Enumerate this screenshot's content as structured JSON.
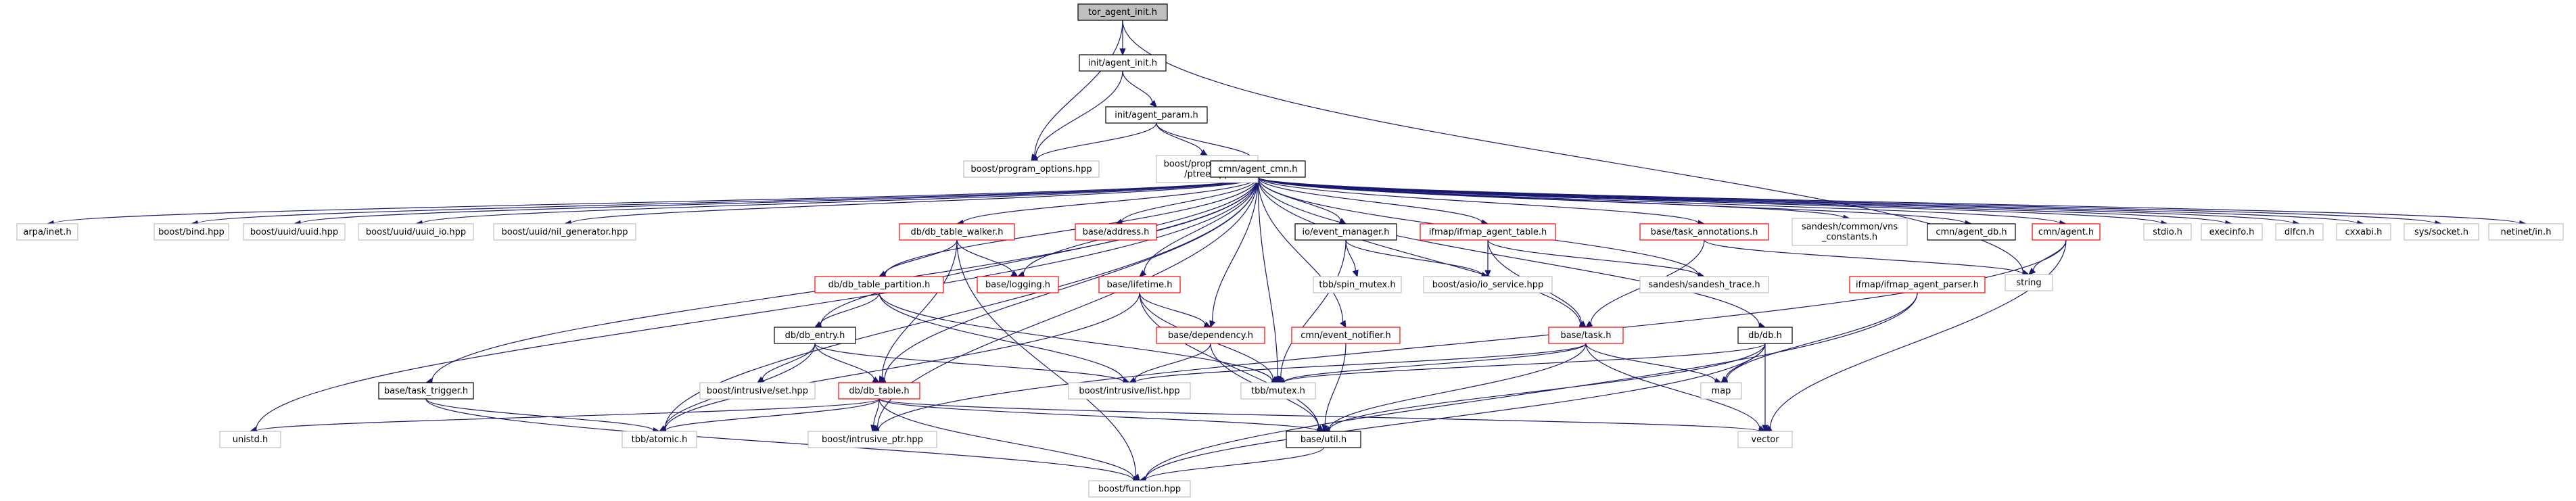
{
  "title": "tor_agent_init.h",
  "colors": {
    "edge": "#191970",
    "root_fill": "#bfbfbf",
    "documented_border": "#000000",
    "undocumented_border": "#ff0000",
    "external_border": "#bfbfbf",
    "node_fill": "#ffffff"
  },
  "nodes": [
    {
      "id": "root",
      "label": "tor_agent_init.h",
      "kind": "root"
    },
    {
      "id": "agent_init",
      "label": "init/agent_init.h",
      "kind": "documented"
    },
    {
      "id": "program_options",
      "label": "boost/program_options.hpp",
      "kind": "external"
    },
    {
      "id": "agent_param",
      "label": "init/agent_param.h",
      "kind": "documented"
    },
    {
      "id": "string",
      "label": "string",
      "kind": "external"
    },
    {
      "id": "ptree",
      "label": "boost/property_tree\n/ptree.hpp",
      "kind": "external"
    },
    {
      "id": "agent_cmn",
      "label": "cmn/agent_cmn.h",
      "kind": "documented"
    },
    {
      "id": "arpa_inet",
      "label": "arpa/inet.h",
      "kind": "external"
    },
    {
      "id": "boost_bind",
      "label": "boost/bind.hpp",
      "kind": "external"
    },
    {
      "id": "uuid",
      "label": "boost/uuid/uuid.hpp",
      "kind": "external"
    },
    {
      "id": "uuid_io",
      "label": "boost/uuid/uuid_io.hpp",
      "kind": "external"
    },
    {
      "id": "nil_generator",
      "label": "boost/uuid/nil_generator.hpp",
      "kind": "external"
    },
    {
      "id": "db_table_walker",
      "label": "db/db_table_walker.h",
      "kind": "undocumented"
    },
    {
      "id": "base_address",
      "label": "base/address.h",
      "kind": "undocumented"
    },
    {
      "id": "event_manager",
      "label": "io/event_manager.h",
      "kind": "documented"
    },
    {
      "id": "ifmap_agent_table",
      "label": "ifmap/ifmap_agent_table.h",
      "kind": "undocumented"
    },
    {
      "id": "task_annotations",
      "label": "base/task_annotations.h",
      "kind": "undocumented"
    },
    {
      "id": "vns_constants",
      "label": "sandesh/common/vns\n_constants.h",
      "kind": "external"
    },
    {
      "id": "agent_db",
      "label": "cmn/agent_db.h",
      "kind": "documented"
    },
    {
      "id": "cmn_agent",
      "label": "cmn/agent.h",
      "kind": "undocumented"
    },
    {
      "id": "stdio",
      "label": "stdio.h",
      "kind": "external"
    },
    {
      "id": "execinfo",
      "label": "execinfo.h",
      "kind": "external"
    },
    {
      "id": "dlfcn",
      "label": "dlfcn.h",
      "kind": "external"
    },
    {
      "id": "cxxabi",
      "label": "cxxabi.h",
      "kind": "external"
    },
    {
      "id": "sys_socket",
      "label": "sys/socket.h",
      "kind": "external"
    },
    {
      "id": "netinet_in",
      "label": "netinet/in.h",
      "kind": "external"
    },
    {
      "id": "db_table_partition",
      "label": "db/db_table_partition.h",
      "kind": "undocumented"
    },
    {
      "id": "base_logging",
      "label": "base/logging.h",
      "kind": "undocumented"
    },
    {
      "id": "base_lifetime",
      "label": "base/lifetime.h",
      "kind": "undocumented"
    },
    {
      "id": "spin_mutex",
      "label": "tbb/spin_mutex.h",
      "kind": "external"
    },
    {
      "id": "io_service",
      "label": "boost/asio/io_service.hpp",
      "kind": "external"
    },
    {
      "id": "sandesh_trace",
      "label": "sandesh/sandesh_trace.h",
      "kind": "external"
    },
    {
      "id": "ifmap_agent_parser",
      "label": "ifmap/ifmap_agent_parser.h",
      "kind": "undocumented"
    },
    {
      "id": "db_entry",
      "label": "db/db_entry.h",
      "kind": "documented"
    },
    {
      "id": "base_dependency",
      "label": "base/dependency.h",
      "kind": "undocumented"
    },
    {
      "id": "event_notifier",
      "label": "cmn/event_notifier.h",
      "kind": "undocumented"
    },
    {
      "id": "base_task",
      "label": "base/task.h",
      "kind": "undocumented"
    },
    {
      "id": "db_db",
      "label": "db/db.h",
      "kind": "documented"
    },
    {
      "id": "task_trigger",
      "label": "base/task_trigger.h",
      "kind": "documented"
    },
    {
      "id": "intrusive_set",
      "label": "boost/intrusive/set.hpp",
      "kind": "external"
    },
    {
      "id": "db_table",
      "label": "db/db_table.h",
      "kind": "undocumented"
    },
    {
      "id": "intrusive_list",
      "label": "boost/intrusive/list.hpp",
      "kind": "external"
    },
    {
      "id": "tbb_mutex",
      "label": "tbb/mutex.h",
      "kind": "external"
    },
    {
      "id": "map",
      "label": "map",
      "kind": "external"
    },
    {
      "id": "unistd",
      "label": "unistd.h",
      "kind": "external"
    },
    {
      "id": "tbb_atomic",
      "label": "tbb/atomic.h",
      "kind": "external"
    },
    {
      "id": "intrusive_ptr",
      "label": "boost/intrusive_ptr.hpp",
      "kind": "external"
    },
    {
      "id": "base_util",
      "label": "base/util.h",
      "kind": "documented"
    },
    {
      "id": "vector",
      "label": "vector",
      "kind": "external"
    },
    {
      "id": "boost_function",
      "label": "boost/function.hpp",
      "kind": "external"
    }
  ],
  "edges": [
    [
      "root",
      "agent_init"
    ],
    [
      "root",
      "program_options"
    ],
    [
      "root",
      "string"
    ],
    [
      "agent_init",
      "program_options"
    ],
    [
      "agent_init",
      "agent_param"
    ],
    [
      "agent_param",
      "program_options"
    ],
    [
      "agent_param",
      "ptree"
    ],
    [
      "agent_param",
      "agent_cmn"
    ],
    [
      "agent_cmn",
      "arpa_inet"
    ],
    [
      "agent_cmn",
      "boost_bind"
    ],
    [
      "agent_cmn",
      "uuid"
    ],
    [
      "agent_cmn",
      "uuid_io"
    ],
    [
      "agent_cmn",
      "nil_generator"
    ],
    [
      "agent_cmn",
      "db_table_walker"
    ],
    [
      "agent_cmn",
      "base_address"
    ],
    [
      "agent_cmn",
      "event_manager"
    ],
    [
      "agent_cmn",
      "ifmap_agent_table"
    ],
    [
      "agent_cmn",
      "task_annotations"
    ],
    [
      "agent_cmn",
      "vns_constants"
    ],
    [
      "agent_cmn",
      "agent_db"
    ],
    [
      "agent_cmn",
      "cmn_agent"
    ],
    [
      "agent_cmn",
      "stdio"
    ],
    [
      "agent_cmn",
      "execinfo"
    ],
    [
      "agent_cmn",
      "dlfcn"
    ],
    [
      "agent_cmn",
      "cxxabi"
    ],
    [
      "agent_cmn",
      "sys_socket"
    ],
    [
      "agent_cmn",
      "netinet_in"
    ],
    [
      "agent_cmn",
      "unistd"
    ],
    [
      "agent_cmn",
      "tbb_atomic"
    ],
    [
      "agent_cmn",
      "task_trigger"
    ],
    [
      "agent_cmn",
      "intrusive_ptr"
    ],
    [
      "agent_cmn",
      "db_table"
    ],
    [
      "agent_cmn",
      "db_entry"
    ],
    [
      "agent_cmn",
      "db_table_partition"
    ],
    [
      "agent_cmn",
      "base_logging"
    ],
    [
      "agent_cmn",
      "base_lifetime"
    ],
    [
      "agent_cmn",
      "base_dependency"
    ],
    [
      "agent_cmn",
      "event_notifier"
    ],
    [
      "agent_cmn",
      "tbb_mutex"
    ],
    [
      "agent_cmn",
      "sandesh_trace"
    ],
    [
      "agent_cmn",
      "base_task"
    ],
    [
      "agent_cmn",
      "db_db"
    ],
    [
      "db_table_walker",
      "db_table_partition"
    ],
    [
      "db_table_walker",
      "base_logging"
    ],
    [
      "db_table_walker",
      "db_table"
    ],
    [
      "db_table_walker",
      "boost_function"
    ],
    [
      "db_table_partition",
      "db_entry"
    ],
    [
      "db_table_partition",
      "intrusive_list"
    ],
    [
      "db_table_partition",
      "tbb_mutex"
    ],
    [
      "db_entry",
      "intrusive_set"
    ],
    [
      "db_entry",
      "db_table"
    ],
    [
      "db_entry",
      "tbb_atomic"
    ],
    [
      "db_entry",
      "intrusive_list"
    ],
    [
      "db_table",
      "unistd"
    ],
    [
      "db_table",
      "tbb_atomic"
    ],
    [
      "db_table",
      "intrusive_ptr"
    ],
    [
      "db_table",
      "boost_function"
    ],
    [
      "db_table",
      "base_util"
    ],
    [
      "db_table",
      "vector"
    ],
    [
      "base_lifetime",
      "base_dependency"
    ],
    [
      "base_lifetime",
      "tbb_atomic"
    ],
    [
      "base_lifetime",
      "tbb_mutex"
    ],
    [
      "base_lifetime",
      "base_util"
    ],
    [
      "base_dependency",
      "intrusive_list"
    ],
    [
      "base_dependency",
      "base_util"
    ],
    [
      "event_manager",
      "spin_mutex"
    ],
    [
      "event_manager",
      "io_service"
    ],
    [
      "event_manager",
      "tbb_mutex"
    ],
    [
      "ifmap_agent_table",
      "io_service"
    ],
    [
      "ifmap_agent_table",
      "sandesh_trace"
    ],
    [
      "ifmap_agent_table",
      "base_task"
    ],
    [
      "task_annotations",
      "string"
    ],
    [
      "task_annotations",
      "base_task"
    ],
    [
      "cmn_agent",
      "string"
    ],
    [
      "cmn_agent",
      "vector"
    ],
    [
      "cmn_agent",
      "intrusive_ptr"
    ],
    [
      "ifmap_agent_parser",
      "map"
    ],
    [
      "ifmap_agent_parser",
      "boost_function"
    ],
    [
      "event_notifier",
      "base_util"
    ],
    [
      "base_task",
      "map"
    ],
    [
      "base_task",
      "vector"
    ],
    [
      "base_task",
      "tbb_mutex"
    ],
    [
      "base_task",
      "intrusive_list"
    ],
    [
      "base_task",
      "base_util"
    ],
    [
      "db_db",
      "map"
    ],
    [
      "db_db",
      "vector"
    ],
    [
      "db_db",
      "tbb_mutex"
    ],
    [
      "db_db",
      "boost_function"
    ],
    [
      "db_db",
      "base_util"
    ],
    [
      "task_trigger",
      "tbb_atomic"
    ],
    [
      "task_trigger",
      "boost_function"
    ],
    [
      "base_util",
      "boost_function"
    ]
  ]
}
